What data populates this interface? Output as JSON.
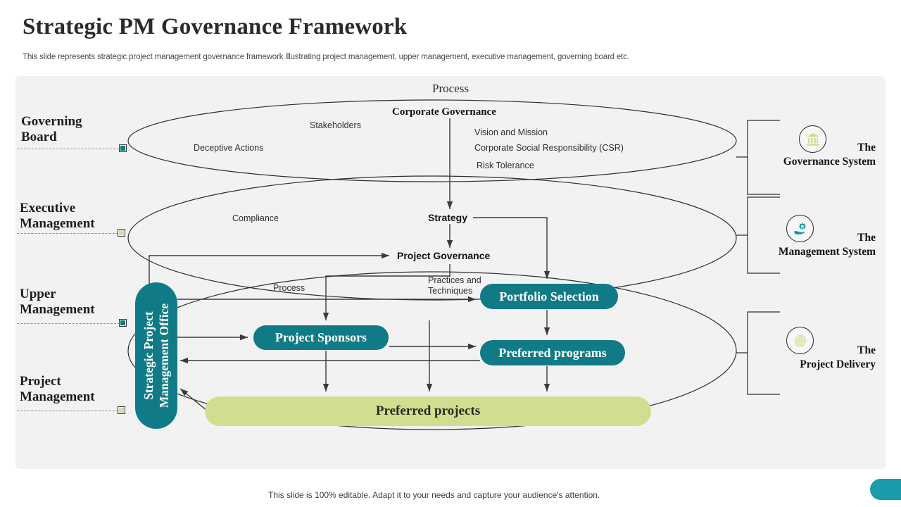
{
  "header": {
    "title": "Strategic PM Governance Framework",
    "subtitle": "This slide represents strategic project management governance framework illustrating project management, upper management, executive management, governing board etc."
  },
  "panel": {
    "process_title": "Process"
  },
  "stages": [
    {
      "line1": "Governing",
      "line2": "Board",
      "marker_color": "#107b86"
    },
    {
      "line1": "Executive",
      "line2": "Management",
      "marker_color": "#d7dfa5"
    },
    {
      "line1": "Upper",
      "line2": "Management",
      "marker_color": "#107b86"
    },
    {
      "line1": "Project",
      "line2": "Management",
      "marker_color": "#d7dfa5"
    }
  ],
  "diagram": {
    "corporate_governance": "Corporate Governance",
    "stakeholders": "Stakeholders",
    "deceptive_actions": "Deceptive  Actions",
    "vision_and_mission": "Vision and Mission",
    "csr": "Corporate  Social Responsibility  (CSR)",
    "risk_tolerance": "Risk Tolerance",
    "compliance": "Compliance",
    "strategy": "Strategy",
    "project_governance": "Project Governance",
    "process": "Process",
    "practices_and_techniques": "Practices and Techniques",
    "boxes": {
      "spmo_line1": "Strategic Project",
      "spmo_line2": "Management Office",
      "portfolio_selection": "Portfolio Selection",
      "project_sponsors": "Project Sponsors",
      "preferred_programs": "Preferred programs",
      "preferred_projects": "Preferred projects"
    }
  },
  "legend": [
    {
      "line1": "The",
      "line2": "Governance System",
      "icon": "bank-icon",
      "icon_color": "#cfdf8f"
    },
    {
      "line1": "The",
      "line2": "Management System",
      "icon": "gear-in-hand-icon",
      "icon_color": "#1792a0"
    },
    {
      "line1": "The",
      "line2": "Project Delivery",
      "icon": "globe-network-icon",
      "icon_color": "#d8e4a8"
    }
  ],
  "footer": {
    "note": "This slide is 100% editable. Adapt it to your needs and capture your audience's attention."
  },
  "colors": {
    "teal": "#107b86",
    "teal_bright": "#1a9cab",
    "olive": "#cfdf8f",
    "panel_bg": "#f2f2f2"
  }
}
